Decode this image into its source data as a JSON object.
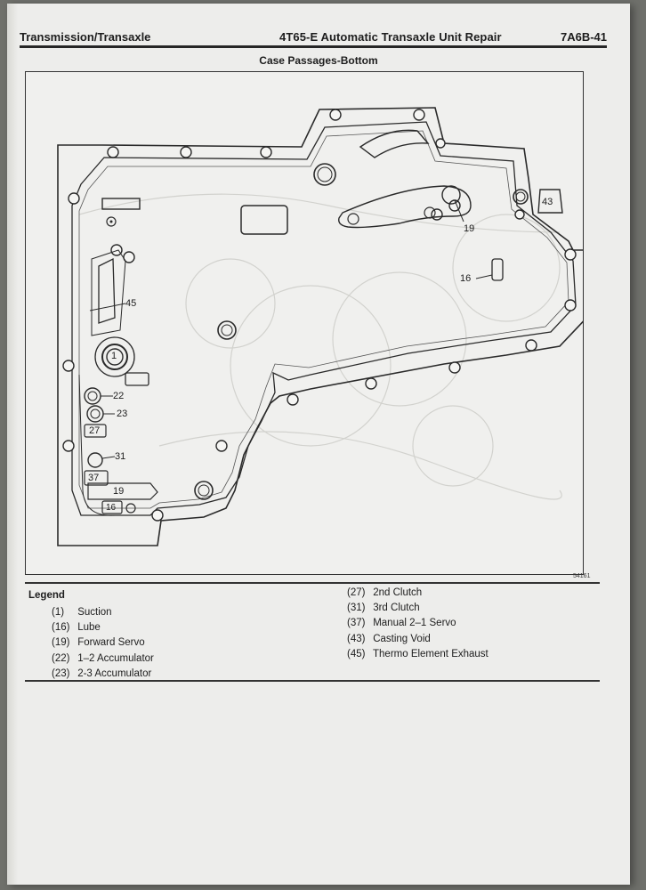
{
  "header": {
    "section": "Transmission/Transaxle",
    "manual_title": "4T65-E Automatic Transaxle Unit Repair",
    "page_number": "7A6B-41"
  },
  "figure": {
    "title": "Case Passages-Bottom",
    "id": "54161",
    "callouts": [
      "1",
      "16",
      "19",
      "22",
      "23",
      "27",
      "31",
      "37",
      "43",
      "45"
    ]
  },
  "legend": {
    "title": "Legend",
    "col1": [
      {
        "num": "(1)",
        "label": "Suction"
      },
      {
        "num": "(16)",
        "label": "Lube"
      },
      {
        "num": "(19)",
        "label": "Forward Servo"
      },
      {
        "num": "(22)",
        "label": "1–2 Accumulator"
      },
      {
        "num": "(23)",
        "label": "2-3 Accumulator"
      }
    ],
    "col2": [
      {
        "num": "(27)",
        "label": "2nd Clutch"
      },
      {
        "num": "(31)",
        "label": "3rd Clutch"
      },
      {
        "num": "(37)",
        "label": "Manual 2–1 Servo"
      },
      {
        "num": "(43)",
        "label": "Casting Void"
      },
      {
        "num": "(45)",
        "label": "Thermo Element Exhaust"
      }
    ]
  }
}
